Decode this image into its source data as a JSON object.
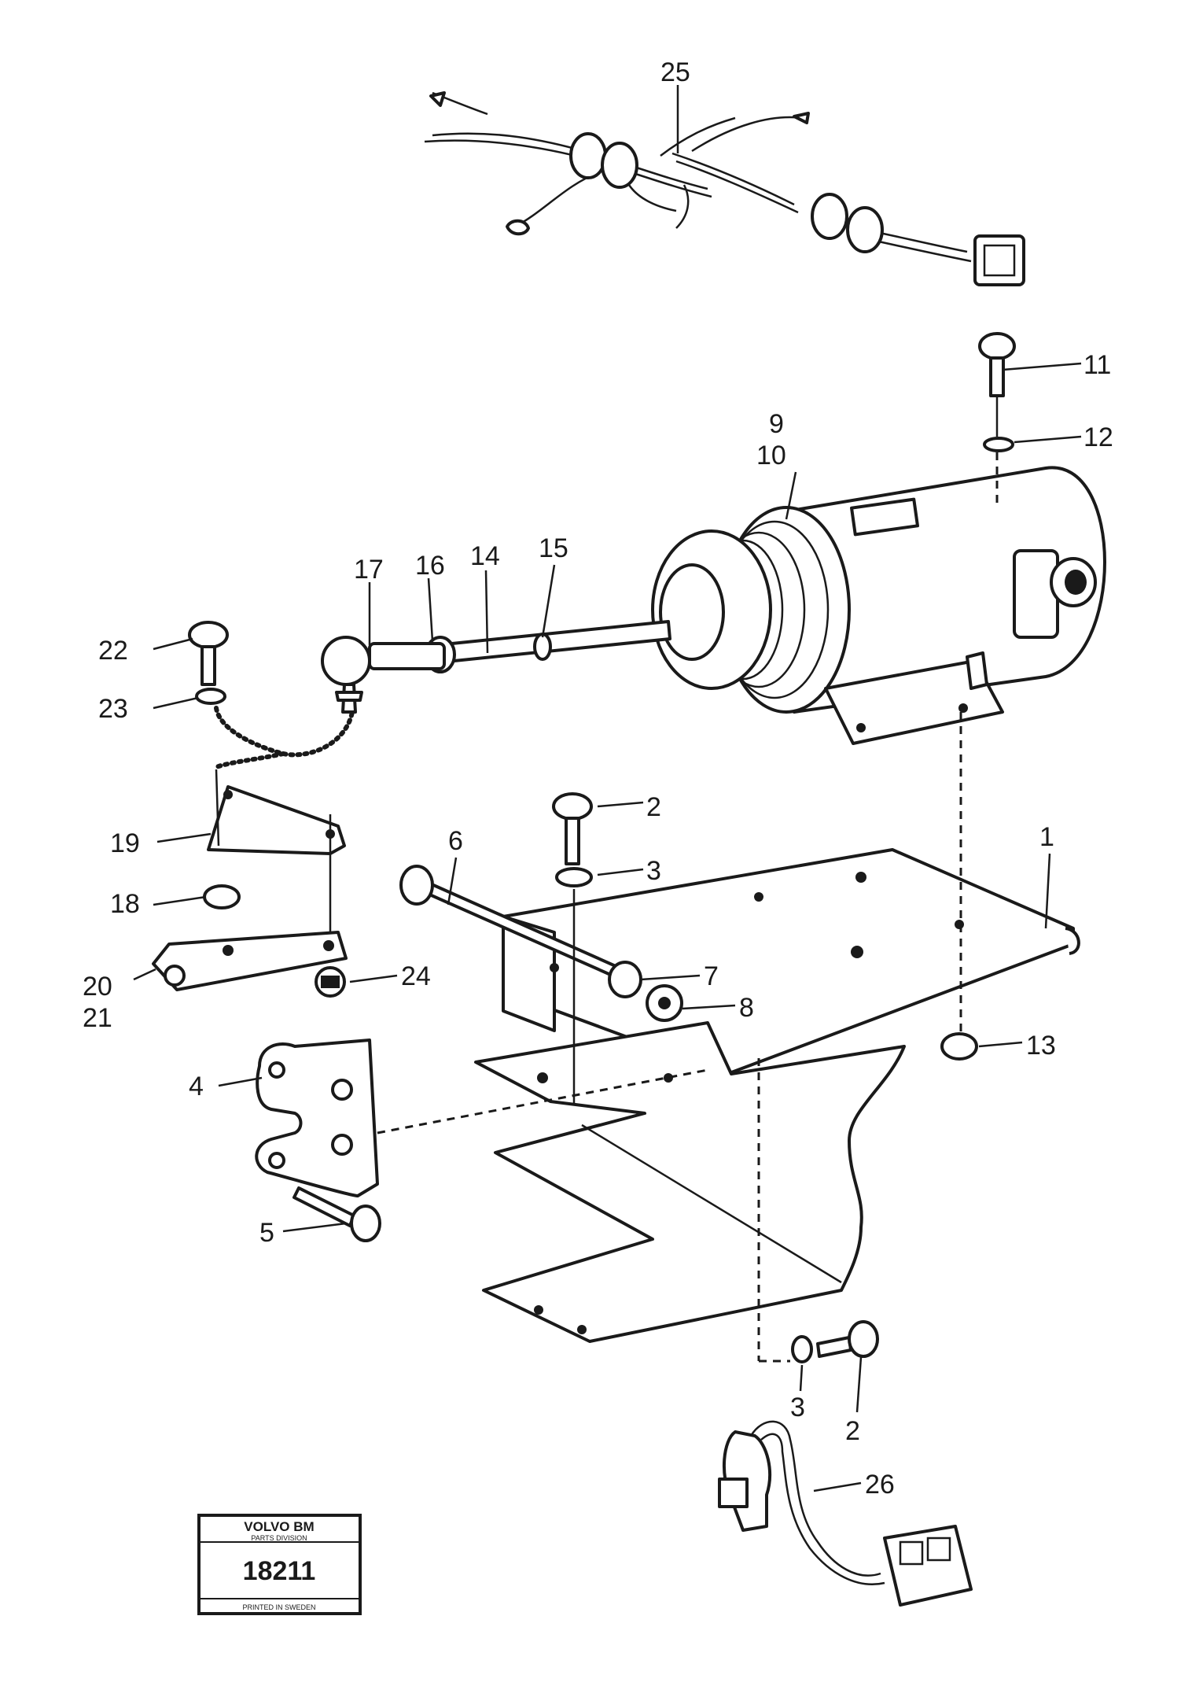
{
  "callouts": [
    {
      "id": "c25",
      "text": "25"
    },
    {
      "id": "c11",
      "text": "11"
    },
    {
      "id": "c12",
      "text": "12"
    },
    {
      "id": "c9",
      "text": "9"
    },
    {
      "id": "c10",
      "text": "10"
    },
    {
      "id": "c17",
      "text": "17"
    },
    {
      "id": "c16",
      "text": "16"
    },
    {
      "id": "c14",
      "text": "14"
    },
    {
      "id": "c15",
      "text": "15"
    },
    {
      "id": "c22",
      "text": "22"
    },
    {
      "id": "c23",
      "text": "23"
    },
    {
      "id": "c2a",
      "text": "2"
    },
    {
      "id": "c3a",
      "text": "3"
    },
    {
      "id": "c6",
      "text": "6"
    },
    {
      "id": "c1",
      "text": "1"
    },
    {
      "id": "c19",
      "text": "19"
    },
    {
      "id": "c18",
      "text": "18"
    },
    {
      "id": "c20",
      "text": "20"
    },
    {
      "id": "c21",
      "text": "21"
    },
    {
      "id": "c24",
      "text": "24"
    },
    {
      "id": "c7",
      "text": "7"
    },
    {
      "id": "c8",
      "text": "8"
    },
    {
      "id": "c13",
      "text": "13"
    },
    {
      "id": "c4",
      "text": "4"
    },
    {
      "id": "c5",
      "text": "5"
    },
    {
      "id": "c3b",
      "text": "3"
    },
    {
      "id": "c2b",
      "text": "2"
    },
    {
      "id": "c26",
      "text": "26"
    }
  ],
  "stamp": {
    "brand": "VOLVO BM",
    "subtitle": "PARTS DIVISION",
    "number": "18211",
    "footer": "PRINTED IN SWEDEN"
  }
}
